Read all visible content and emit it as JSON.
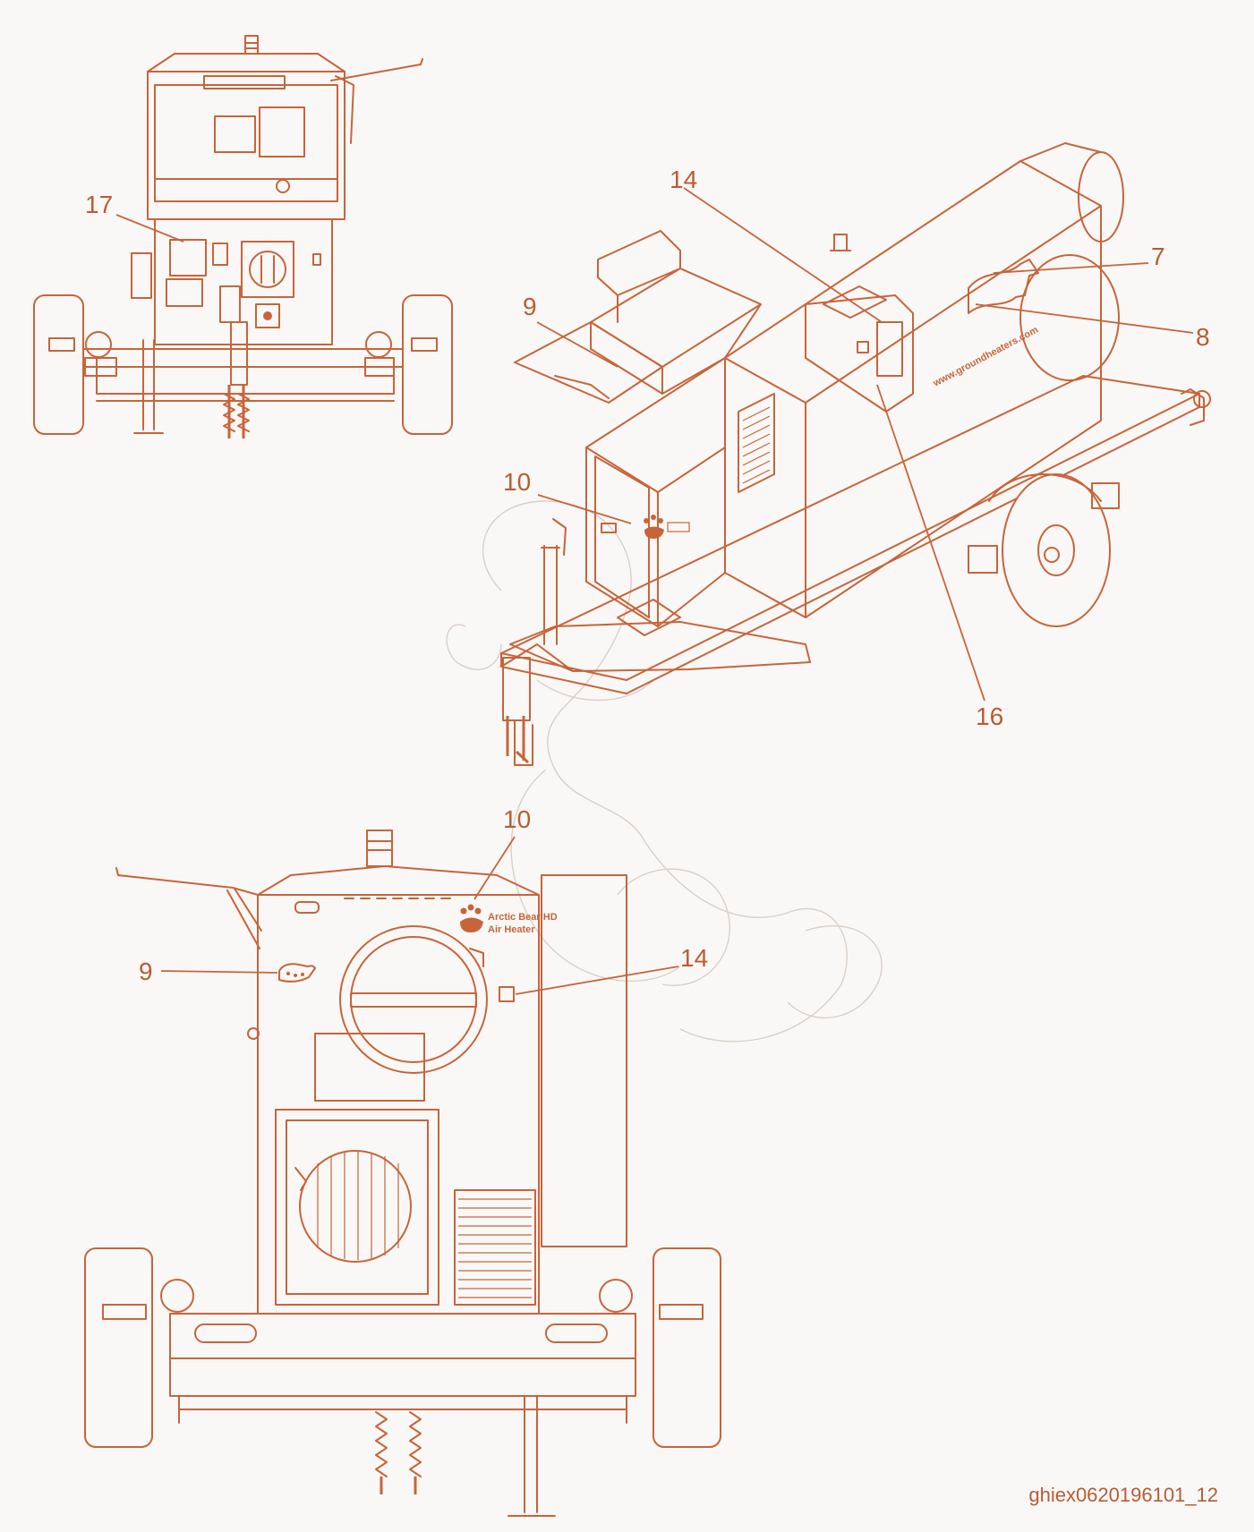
{
  "callouts": {
    "top_left": {
      "n17": "17"
    },
    "iso": {
      "n14": "14",
      "n7": "7",
      "n8": "8",
      "n9": "9",
      "n10": "10",
      "n16": "16"
    },
    "front": {
      "n10": "10",
      "n9": "9",
      "n14": "14"
    }
  },
  "decal_text": {
    "brand_line1": "Arctic Bear HD",
    "brand_line2": "Air Heater",
    "website": "www.groundheaters.com"
  },
  "footer": {
    "code": "ghiex0620196101_12"
  },
  "colors": {
    "line": "#c8643a",
    "text": "#b85c33",
    "background": "#faf8f6",
    "ghost": "#d9cfc8"
  }
}
